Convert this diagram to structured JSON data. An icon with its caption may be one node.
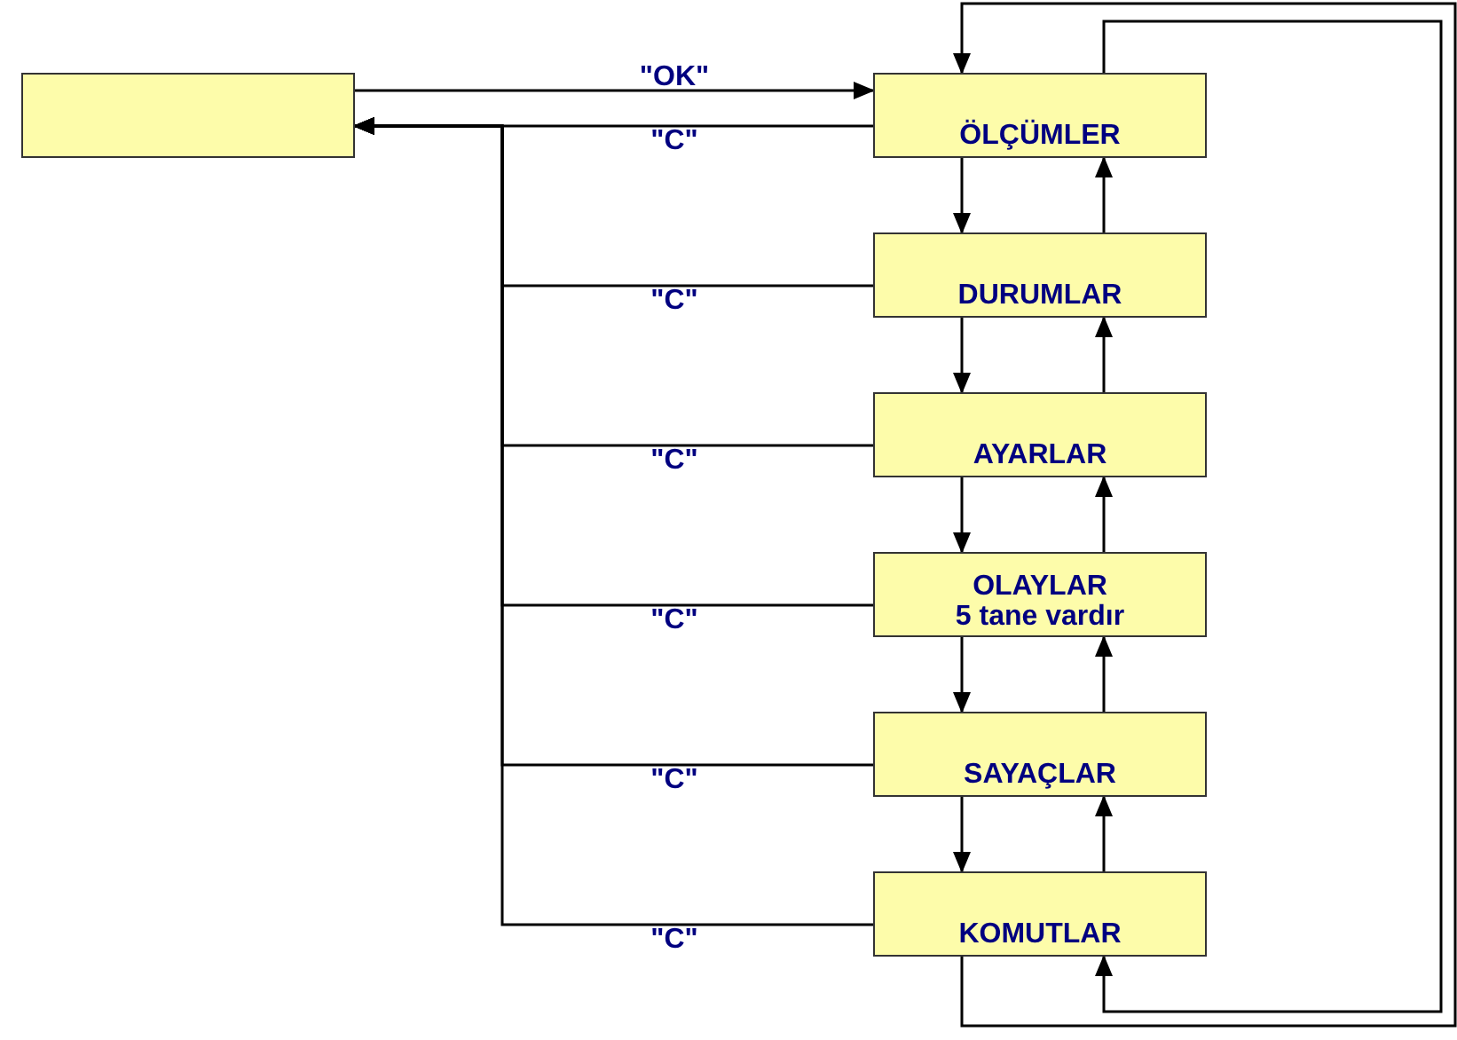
{
  "diagram": {
    "nodes": [
      {
        "text": [],
        "shape": "box"
      },
      {
        "text": [
          "ÖLÇÜMLER"
        ]
      },
      {
        "text": [
          "DURUMLAR"
        ]
      },
      {
        "text": [
          "AYARLAR"
        ]
      },
      {
        "text": [
          "OLAYLAR",
          "5 tane vardır"
        ]
      },
      {
        "text": [
          "SAYAÇLAR"
        ]
      },
      {
        "text": [
          "KOMUTLAR"
        ]
      }
    ],
    "edges": [
      {
        "from": 0,
        "to": 1,
        "arrow": "to",
        "label": "\"OK\""
      },
      {
        "from": 1,
        "to": 0,
        "arrow": "to",
        "label": "\"C\""
      },
      {
        "from": 2,
        "to": 0,
        "arrow": "to",
        "label": "\"C\""
      },
      {
        "from": 3,
        "to": 0,
        "arrow": "to",
        "label": "\"C\""
      },
      {
        "from": 4,
        "to": 0,
        "arrow": "to",
        "label": "\"C\""
      },
      {
        "from": 5,
        "to": 0,
        "arrow": "to",
        "label": "\"C\""
      },
      {
        "from": 6,
        "to": 0,
        "arrow": "to",
        "label": "\"C\""
      },
      {
        "from": 1,
        "to": 2,
        "arrow": "to"
      },
      {
        "from": 2,
        "to": 3,
        "arrow": "to"
      },
      {
        "from": 3,
        "to": 4,
        "arrow": "to"
      },
      {
        "from": 4,
        "to": 5,
        "arrow": "to"
      },
      {
        "from": 5,
        "to": 6,
        "arrow": "to"
      },
      {
        "from": 2,
        "to": 1,
        "arrow": "to"
      },
      {
        "from": 3,
        "to": 2,
        "arrow": "to"
      },
      {
        "from": 4,
        "to": 3,
        "arrow": "to"
      },
      {
        "from": 5,
        "to": 4,
        "arrow": "to"
      },
      {
        "from": 6,
        "to": 5,
        "arrow": "to"
      },
      {
        "from": 6,
        "to": 1,
        "arrow": "to"
      },
      {
        "from": 1,
        "to": 6,
        "arrow": "to"
      }
    ]
  }
}
